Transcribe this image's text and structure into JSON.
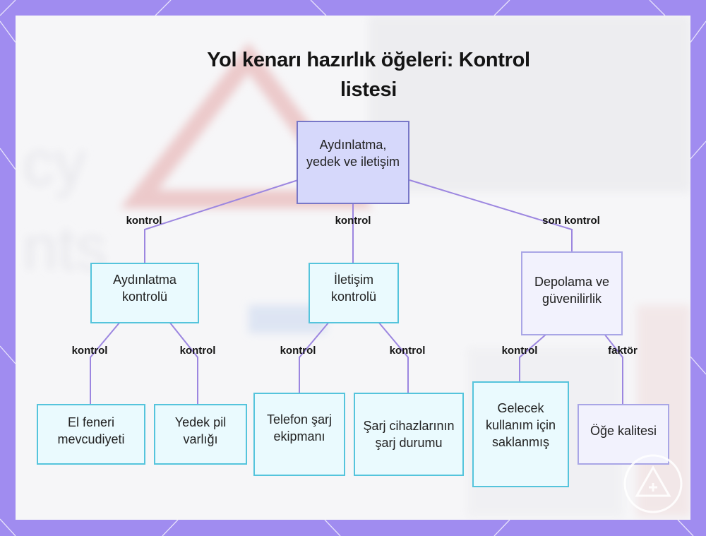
{
  "title": "Yol kenarı hazırlık öğeleri: Kontrol listesi",
  "nodes": {
    "root": "Aydınlatma, yedek ve iletişim",
    "lighting_check": "Aydınlatma kontrolü",
    "comm_check": "İletişim kontrolü",
    "storage": "Depolama ve güvenilirlik",
    "flashlight": "El feneri mevcudiyeti",
    "spare_battery": "Yedek pil varlığı",
    "phone_charging": "Telefon şarj ekipmanı",
    "charger_status": "Şarj cihazlarının şarj durumu",
    "future_use": "Gelecek kullanım için saklanmış",
    "item_quality": "Öğe kalitesi"
  },
  "edge_labels": {
    "root_lighting": "kontrol",
    "root_comm": "kontrol",
    "root_storage": "son kontrol",
    "lighting_flashlight": "kontrol",
    "lighting_battery": "kontrol",
    "comm_phone": "kontrol",
    "comm_charger": "kontrol",
    "storage_future": "kontrol",
    "storage_quality": "faktör"
  },
  "colors": {
    "frame": "#a08cf0",
    "edge": "#9c86e0",
    "root_fill": "#d6d8fb",
    "root_border": "#7877c8",
    "child_border": "#55c4dc",
    "storage_border": "#a9a6e6"
  }
}
